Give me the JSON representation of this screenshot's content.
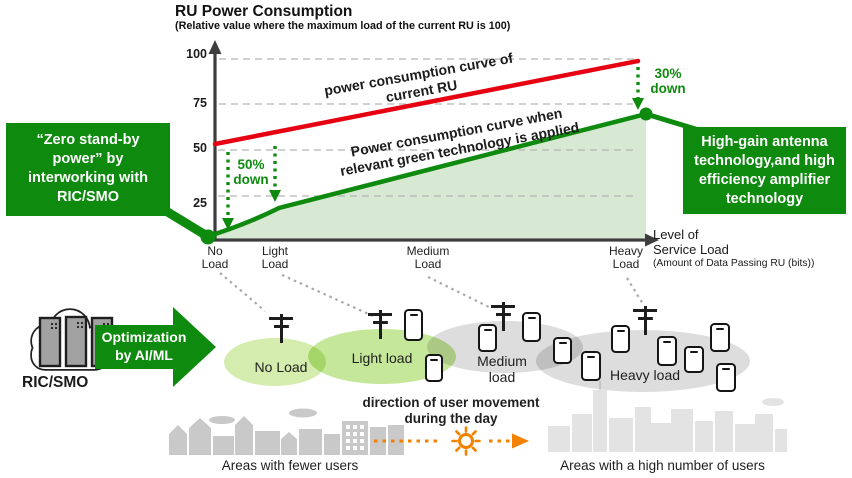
{
  "colors": {
    "green": "#0e8a0e",
    "red": "#e60012",
    "orange": "#f28200",
    "fill_green": "#d8e9d3"
  },
  "chart": {
    "title": "RU Power Consumption",
    "subtitle": "(Relative value where the maximum load of the current RU is 100)",
    "y_ticks": [
      "100",
      "75",
      "50",
      "25"
    ],
    "x_ticks": [
      "No\nLoad",
      "Light\nLoad",
      "Medium\nLoad",
      "Heavy\nLoad"
    ],
    "axis_label": "Level of\nService Load",
    "axis_sublabel": "(Amount of Data Passing RU (bits))",
    "red_label": "power consumption curve of\ncurrent RU",
    "green_label": "Power consumption curve when\nrelevant green technology is applied",
    "ann_50": "50%\ndown",
    "ann_30": "30%\ndown",
    "left_callout": "“Zero stand-by\npower” by\ninterworking with\nRIC/SMO",
    "right_callout": "High-gain antenna\ntechnology,and high\nefficiency amplifier\ntechnology"
  },
  "chart_data": {
    "type": "line",
    "categories": [
      "No Load",
      "Light Load",
      "Medium Load",
      "Heavy Load"
    ],
    "series": [
      {
        "name": "power consumption curve of current RU",
        "values": [
          50,
          57,
          74,
          93
        ],
        "color": "#e60012"
      },
      {
        "name": "Power consumption curve when relevant green technology is applied",
        "values": [
          0,
          18,
          38,
          65
        ],
        "color": "#0e8a0e"
      }
    ],
    "ylim": [
      0,
      100
    ],
    "ylabel": "RU Power Consumption (relative)",
    "xlabel": "Level of Service Load (Amount of Data Passing RU (bits))",
    "annotations": [
      "50% down at No/Light Load",
      "30% down at Heavy Load"
    ],
    "grid": "dashed horizontal reference lines",
    "legend_position": "labels along curves"
  },
  "bottom": {
    "ric_smo": "RIC/SMO",
    "opt_arrow": "Optimization\nby AI/ML",
    "areas": [
      {
        "label": "No Load"
      },
      {
        "label": "Light load"
      },
      {
        "label": "Medium load"
      },
      {
        "label": "Heavy load"
      }
    ],
    "movement": "direction of user movement\nduring the day",
    "left_area": "Areas with fewer users",
    "right_area": "Areas with a high number of users"
  }
}
